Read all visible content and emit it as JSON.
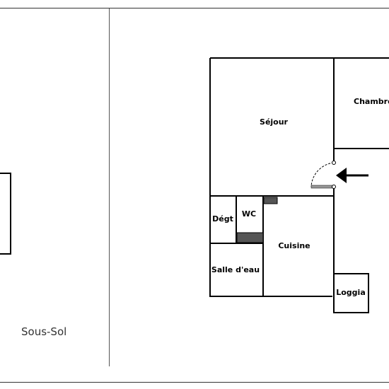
{
  "left_panel": {
    "level_label": "Sous-Sol"
  },
  "rooms": {
    "sejour": "Séjour",
    "chambre": "Chambre",
    "degt": "Dégt",
    "wc": "WC",
    "cuisine": "Cuisine",
    "salle_deau": "Salle d'eau",
    "loggia": "Loggia"
  },
  "colors": {
    "wall": "#000000",
    "fixture": "#555555",
    "background": "#ffffff"
  },
  "icons": {
    "entrance": "arrow-left-icon",
    "door": "door-swing-icon"
  }
}
